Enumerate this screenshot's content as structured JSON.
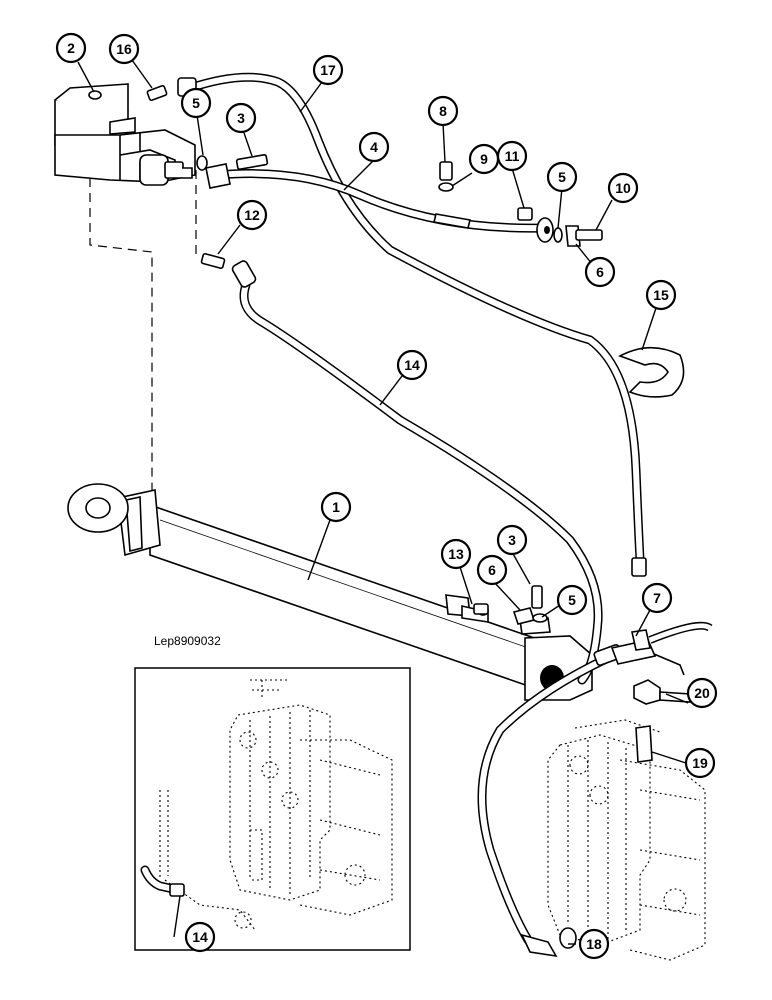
{
  "reference_code": "Lep8909032",
  "callouts": [
    {
      "label": "2",
      "part": "valve-block"
    },
    {
      "label": "16",
      "part": "adapter"
    },
    {
      "label": "17",
      "part": "long-hose"
    },
    {
      "label": "5",
      "part": "o-ring"
    },
    {
      "label": "3",
      "part": "bolt"
    },
    {
      "label": "4",
      "part": "pipe"
    },
    {
      "label": "8",
      "part": "bolt"
    },
    {
      "label": "9",
      "part": "washer"
    },
    {
      "label": "11",
      "part": "nut"
    },
    {
      "label": "5",
      "part": "o-ring"
    },
    {
      "label": "10",
      "part": "bolt"
    },
    {
      "label": "6",
      "part": "half-flange"
    },
    {
      "label": "12",
      "part": "adapter"
    },
    {
      "label": "15",
      "part": "strap"
    },
    {
      "label": "14",
      "part": "hose"
    },
    {
      "label": "1",
      "part": "cylinder"
    },
    {
      "label": "13",
      "part": "clamp"
    },
    {
      "label": "3",
      "part": "bolt"
    },
    {
      "label": "6",
      "part": "half-flange"
    },
    {
      "label": "5",
      "part": "o-ring"
    },
    {
      "label": "7",
      "part": "tee-adapter"
    },
    {
      "label": "20",
      "part": "nut"
    },
    {
      "label": "19",
      "part": "adapter"
    },
    {
      "label": "14",
      "part": "hose"
    },
    {
      "label": "18",
      "part": "fitting"
    }
  ]
}
